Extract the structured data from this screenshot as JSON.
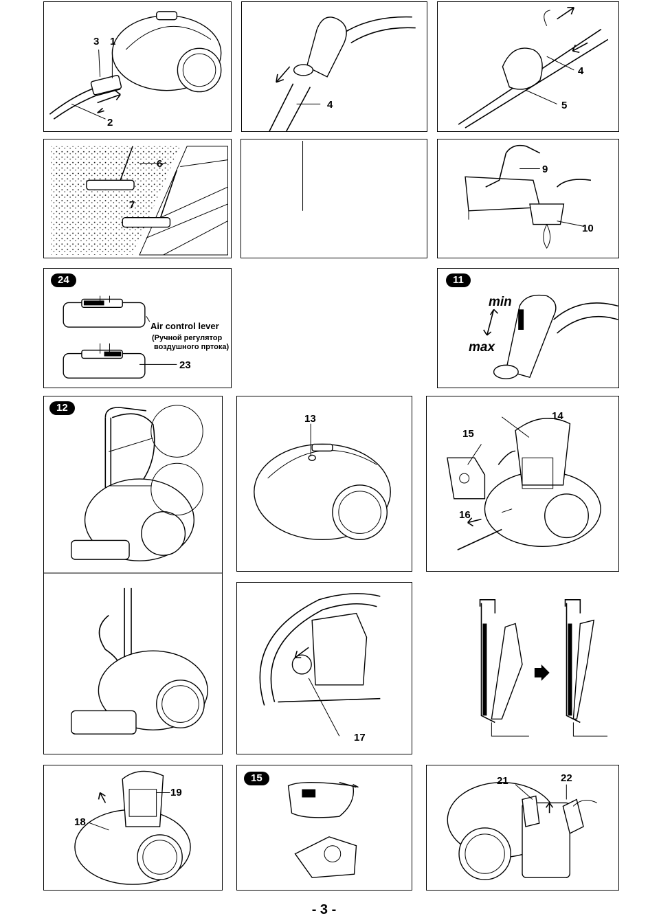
{
  "page": {
    "number": "- 3 -"
  },
  "panels": {
    "p1": {
      "labels": [
        "3",
        "1",
        "2"
      ]
    },
    "p2": {
      "labels": [
        "4"
      ]
    },
    "p3": {
      "labels": [
        "4",
        "5"
      ]
    },
    "p4": {
      "labels": [
        "6",
        "7"
      ]
    },
    "p6": {
      "labels": [
        "9",
        "10"
      ]
    },
    "p24": {
      "badge": "24",
      "lever_en": "Air control lever",
      "lever_ru_1": "(Ручной регулятор",
      "lever_ru_2": "воздушного пртока)",
      "label": "23"
    },
    "p11": {
      "badge": "11",
      "min": "min",
      "max": "max"
    },
    "p12": {
      "badge": "12"
    },
    "p13": {
      "label": "13"
    },
    "p14": {
      "labels": [
        "14",
        "15",
        "16"
      ]
    },
    "p17": {
      "label": "17"
    },
    "p18": {
      "labels": [
        "19",
        "18"
      ]
    },
    "p15": {
      "badge": "15"
    },
    "p21": {
      "labels": [
        "21",
        "22"
      ]
    }
  }
}
